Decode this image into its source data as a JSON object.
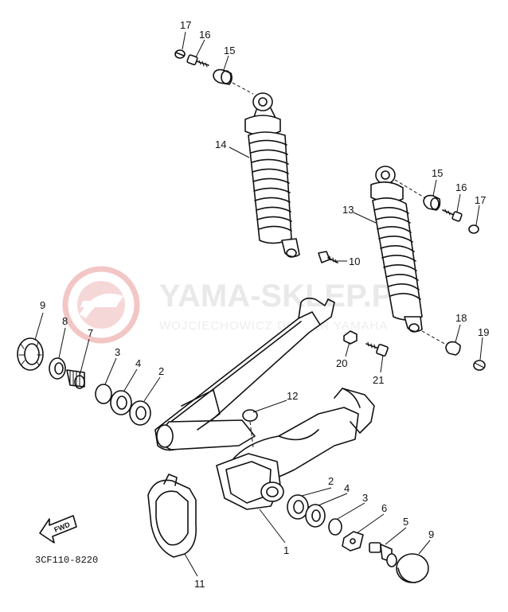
{
  "watermark": {
    "title": "YAMA-SKLEP.PL",
    "subtitle": "WOJCIECHOWICZ DEALER YAMAHA"
  },
  "diagram_code": "3CF110-8220",
  "direction_badge": "FWD",
  "callouts": {
    "c1": "1",
    "c2a": "2",
    "c2b": "2",
    "c3a": "3",
    "c3b": "3",
    "c4a": "4",
    "c4b": "4",
    "c5": "5",
    "c6": "6",
    "c7": "7",
    "c8": "8",
    "c9a": "9",
    "c9b": "9",
    "c10": "10",
    "c11": "11",
    "c12": "12",
    "c13": "13",
    "c14": "14",
    "c15a": "15",
    "c15b": "15",
    "c16a": "16",
    "c16b": "16",
    "c17a": "17",
    "c17b": "17",
    "c18": "18",
    "c19": "19",
    "c20": "20",
    "c21": "21"
  }
}
